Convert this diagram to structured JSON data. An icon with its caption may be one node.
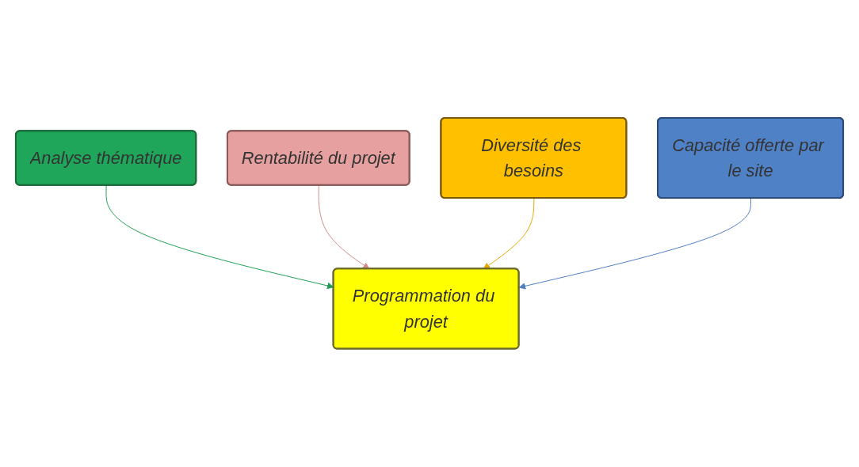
{
  "diagram": {
    "nodes": [
      {
        "text": [
          "Analyse thématique"
        ]
      },
      {
        "text": [
          "Rentabilité du projet"
        ]
      },
      {
        "text": [
          "Programmation du projet"
        ]
      },
      {
        "text": [
          "Diversité des besoins"
        ]
      },
      {
        "text": [
          "Capacité offerte par le site"
        ]
      }
    ],
    "edges": [
      {
        "from": 0,
        "to": 2,
        "arrow": "to",
        "color": "#1e9e55"
      },
      {
        "from": 1,
        "to": 2,
        "arrow": "to",
        "color": "#d48a8a"
      },
      {
        "from": 3,
        "to": 2,
        "arrow": "to",
        "color": "#e6a800"
      },
      {
        "from": 4,
        "to": 2,
        "arrow": "to",
        "color": "#4f7fc0"
      }
    ]
  }
}
